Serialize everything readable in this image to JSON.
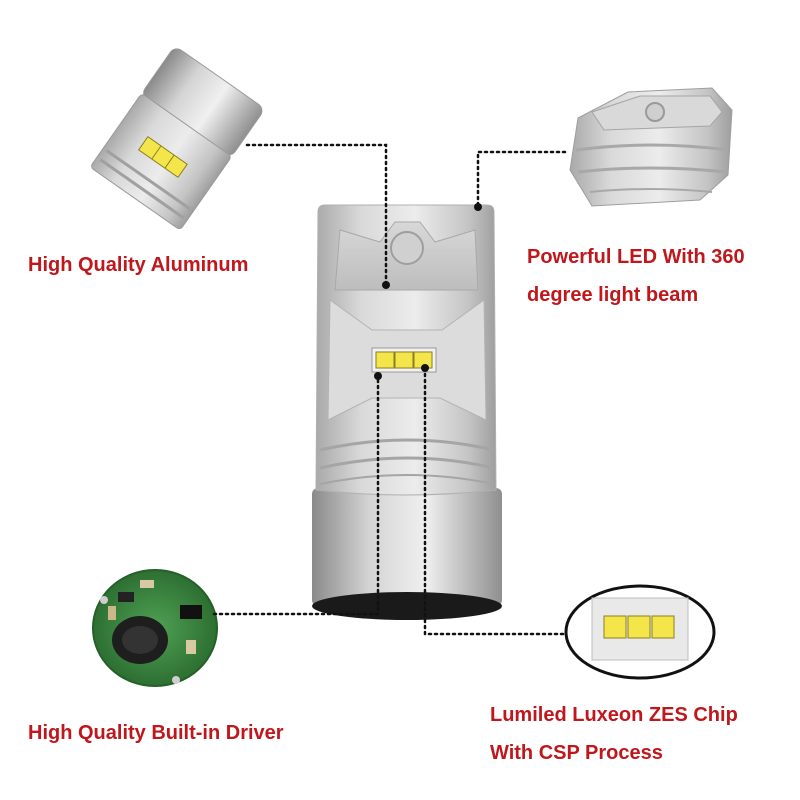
{
  "callouts": {
    "aluminum": {
      "line1": "High Quality Aluminum"
    },
    "led": {
      "line1": "Powerful LED With 360",
      "line2": "degree light beam"
    },
    "driver": {
      "line1": "High Quality Built-in Driver"
    },
    "chip": {
      "line1": "Lumiled Luxeon ZES Chip",
      "line2": "With CSP Process"
    }
  },
  "colors": {
    "label_red": "#c0171c",
    "aluminum_silver": "#c8c8c8",
    "led_white": "#fffbe0",
    "led_yellow": "#f4e64a",
    "pcb_green": "#3a8a3f"
  }
}
